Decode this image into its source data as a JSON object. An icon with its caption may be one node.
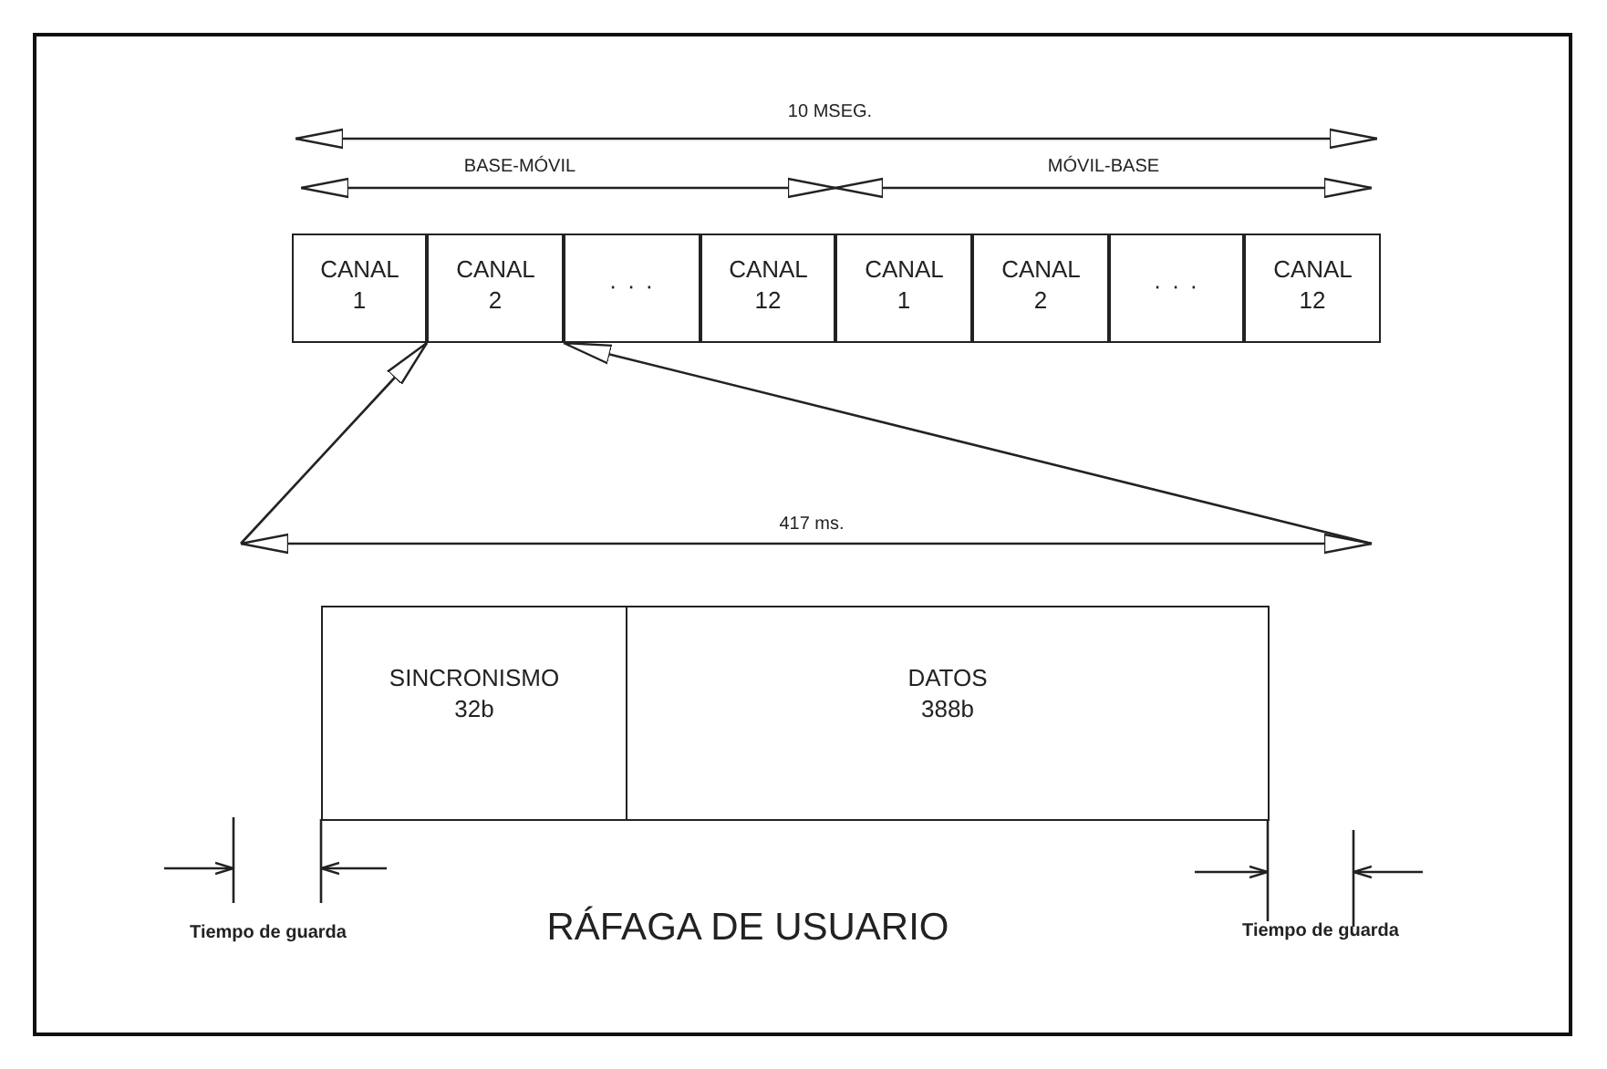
{
  "diagram": {
    "nodes": [
      {
        "text": [
          "CANAL 1"
        ]
      },
      {
        "text": [
          "CANAL 2"
        ]
      },
      {
        "text": [
          "· · ·"
        ]
      },
      {
        "text": [
          "CANAL 12"
        ]
      },
      {
        "text": [
          "CANAL 1"
        ]
      },
      {
        "text": [
          "CANAL 2"
        ]
      },
      {
        "text": [
          "· · ·"
        ]
      },
      {
        "text": [
          "CANAL 12"
        ]
      },
      {
        "text": [
          "SINCRONISMO 32b"
        ]
      },
      {
        "text": [
          "DATOS 388b"
        ]
      }
    ],
    "edges": [
      {
        "from": null,
        "to": 1,
        "arrow": "to"
      },
      {
        "from": null,
        "to": 1,
        "arrow": "to"
      }
    ],
    "labels": [
      "10 MSEG.",
      "BASE-MÓVIL",
      "MÓVIL-BASE",
      "417 ms.",
      "Tiempo de guarda",
      "RÁFAGA DE USUARIO",
      "Tiempo de guarda"
    ]
  }
}
